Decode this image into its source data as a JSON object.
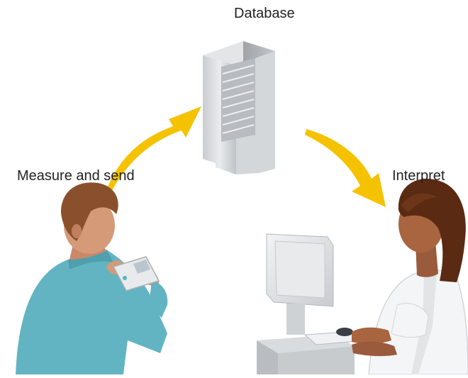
{
  "labels": {
    "database": "Database",
    "measure": "Measure and send",
    "interpret": "Interpret"
  },
  "colors": {
    "arrow": "#F5C200",
    "label_text": "#222222"
  },
  "icons": {
    "server": "server-tower-icon",
    "patient": "person-with-handheld-device",
    "clinician": "clinician-at-computer",
    "computer": "desktop-computer-icon",
    "device": "handheld-meter-icon"
  }
}
